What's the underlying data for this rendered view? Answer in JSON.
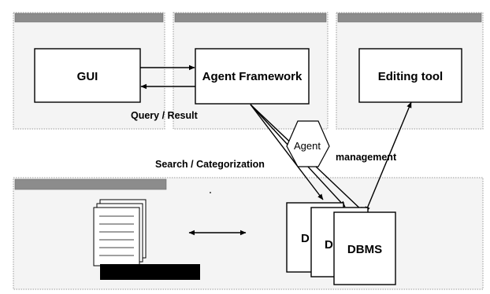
{
  "nodes": {
    "gui": "GUI",
    "agent_framework": "Agent Framework",
    "editing_tool": "Editing tool",
    "agent": "Agent",
    "dbms_back_1": "D",
    "dbms_back_2": "D",
    "dbms_front": "DBMS"
  },
  "edges": {
    "query_result": "Query / Result",
    "search_categorization": "Search / Categorization",
    "management": "management"
  }
}
